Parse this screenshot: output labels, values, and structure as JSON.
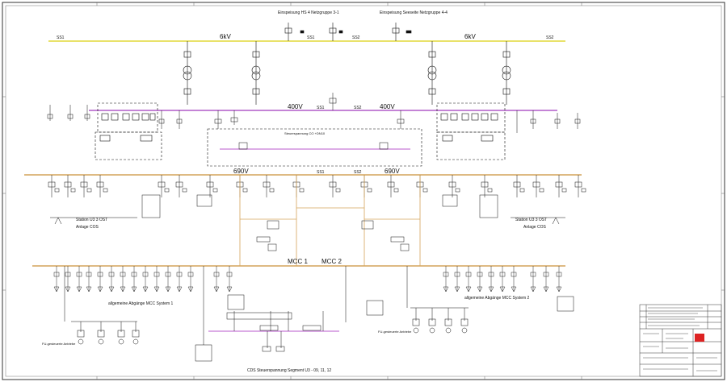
{
  "header": {
    "left_title": "Einspeisung HS 4 Netzgruppe 3-1",
    "right_title": "Einspeisung Seeseite Netzgruppe 4-4"
  },
  "buses": {
    "bus_6kv": {
      "voltage": "6kV",
      "ss1": "SS1",
      "ss2": "SS2"
    },
    "bus_400v": {
      "voltage": "400V",
      "ss1": "SS1",
      "ss2": "SS2"
    },
    "bus_690v": {
      "voltage": "690V",
      "ss1": "SS1",
      "ss2": "SS2"
    },
    "mcc1": "MCC 1",
    "mcc2": "MCC 2"
  },
  "stations": {
    "left": {
      "line1": "Station U3 3 OST",
      "line2": "Anlage COS"
    },
    "right": {
      "line1": "Station U3 3 OST",
      "line2": "Anlage COS"
    }
  },
  "groups": {
    "mcc_system1": "allgemeine Abgänge MCC System 1",
    "mcc_system2": "allgemeine Abgänge MCC System 2",
    "fu_left": "FU-gesteuerte Antriebe",
    "fu_right": "FU-gesteuerte Antriebe",
    "steuerspannung": "Steuerspannung CO +DN10",
    "bottom_bus": "CDS  Steuerspannung Segment U3 - 09, 11, 12"
  },
  "colors": {
    "bus_6kv": "#e9e26a",
    "bus_400v": "#b05ac8",
    "bus_690v": "#d4a45a",
    "mcc": "#d4a45a",
    "steuer": "#c67bd8"
  }
}
